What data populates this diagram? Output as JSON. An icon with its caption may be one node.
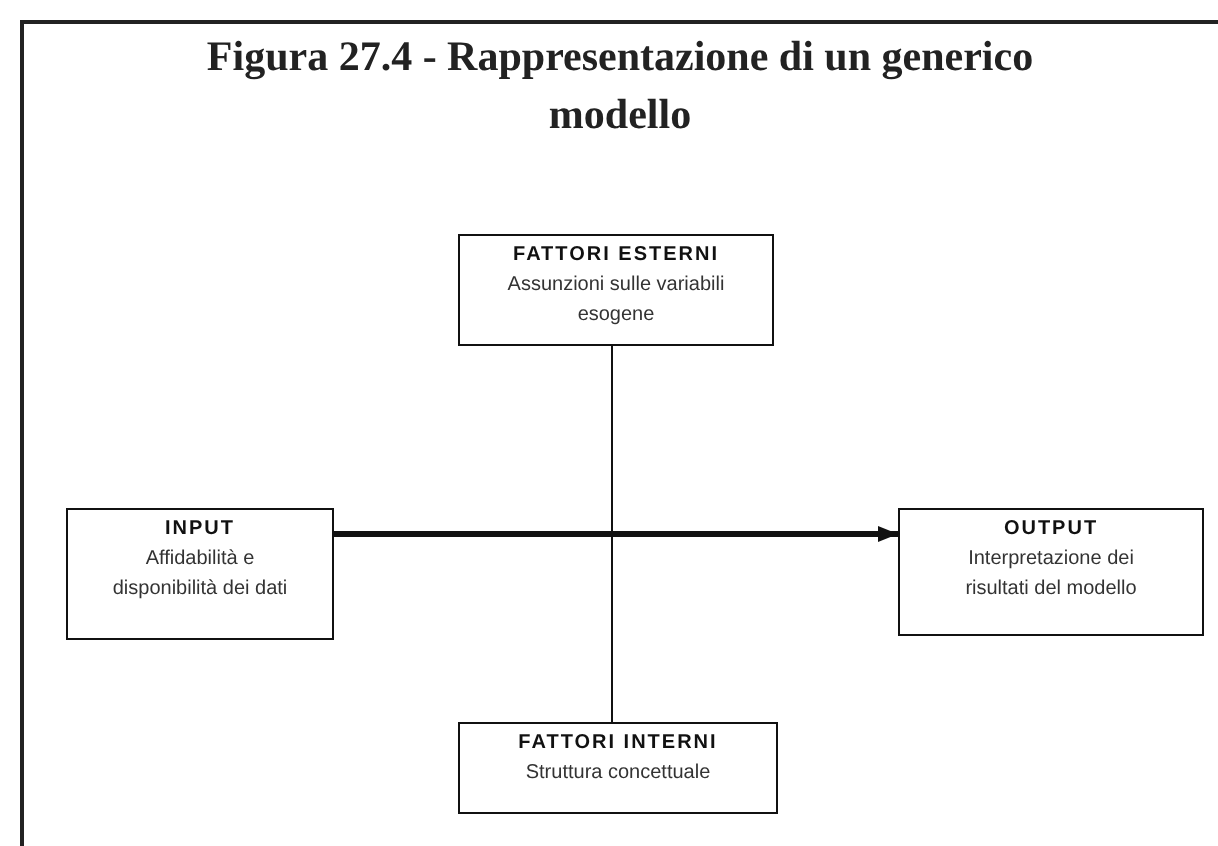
{
  "diagram": {
    "title": "Figura 27.4 - Rappresentazione di un generico modello",
    "nodes": [
      {
        "text": [
          "FATTORI ESTERNI",
          "Assunzioni sulle variabili esogene"
        ]
      },
      {
        "text": [
          "INPUT",
          "Affidabilità e disponibilità dei dati"
        ]
      },
      {
        "text": [
          "OUTPUT",
          "Interpretazione dei risultati del modello"
        ]
      },
      {
        "text": [
          "FATTORI INTERNI",
          "Struttura concettuale"
        ]
      }
    ],
    "edges": [
      {
        "from": 1,
        "to": 2,
        "arrow": "to",
        "style": "thick"
      },
      {
        "from": 0,
        "to": 3,
        "arrow": "none"
      }
    ]
  }
}
